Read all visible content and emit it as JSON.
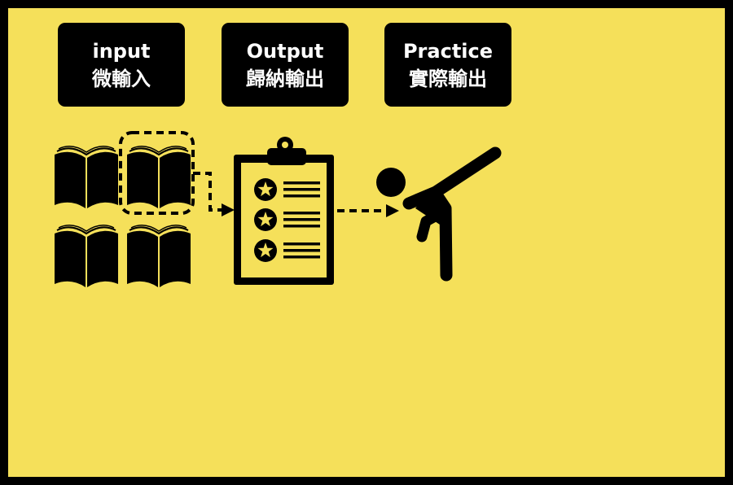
{
  "colors": {
    "background": "#f5e05a",
    "ink": "#000000",
    "text_on_ink": "#ffffff"
  },
  "stages": [
    {
      "title": "input",
      "subtitle": "微輸入",
      "icon": "books-icon"
    },
    {
      "title": "Output",
      "subtitle": "歸納輸出",
      "icon": "clipboard-checklist-icon"
    },
    {
      "title": "Practice",
      "subtitle": "實際輸出",
      "icon": "kicking-person-icon"
    }
  ]
}
